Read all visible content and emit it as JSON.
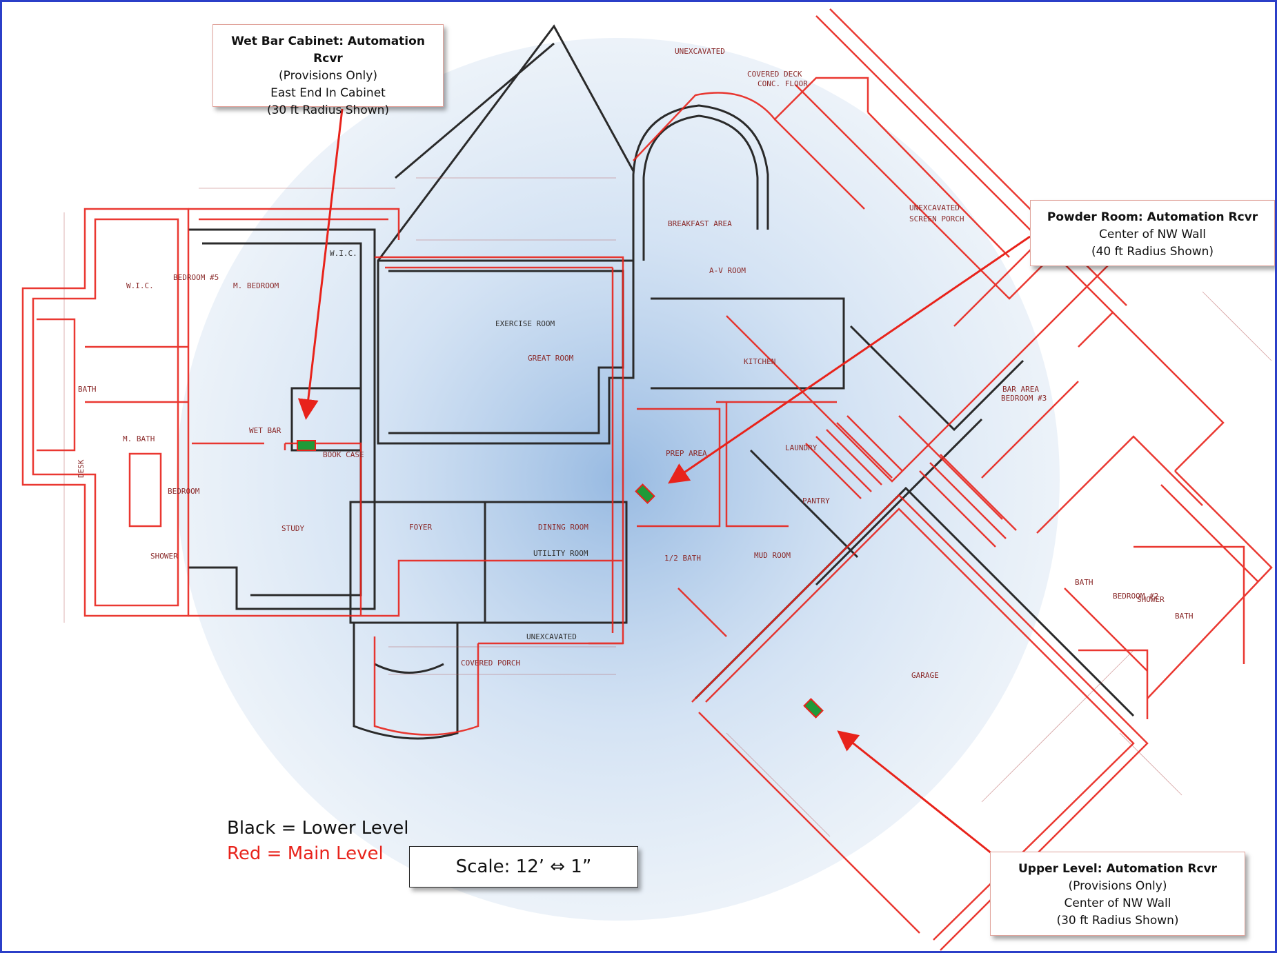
{
  "callouts": {
    "wet_bar": {
      "title": "Wet Bar Cabinet: Automation Rcvr",
      "lines": [
        "(Provisions Only)",
        "East End In Cabinet",
        "(30 ft Radius Shown)"
      ]
    },
    "powder_room": {
      "title": "Powder Room: Automation Rcvr",
      "lines": [
        "Center of NW Wall",
        "(40 ft Radius Shown)"
      ]
    },
    "upper_level": {
      "title": "Upper Level: Automation Rcvr",
      "lines": [
        "(Provisions Only)",
        "Center of NW Wall",
        "(30 ft Radius Shown)"
      ]
    }
  },
  "legend": {
    "black": "Black = Lower Level",
    "red": "Red = Main Level"
  },
  "scale_label": "Scale: 12’ ⇔ 1”",
  "room_labels": {
    "unexcavated_top": "UNEXCAVATED",
    "covered_deck": "COVERED DECK",
    "conc_floor": "CONC. FLOOR",
    "breakfast_area": "BREAKFAST AREA",
    "av_room": "A-V ROOM",
    "exercise_room": "EXERCISE ROOM",
    "great_room": "GREAT ROOM",
    "kitchen": "KITCHEN",
    "bar_area": "BAR AREA",
    "bedroom_3": "BEDROOM #3",
    "unexcavated_screen_porch": "UNEXCAVATED",
    "screen_porch": "SCREEN PORCH",
    "m_bedroom": "M. BEDROOM",
    "bedroom_5": "BEDROOM #5",
    "wic": "W.I.C.",
    "wic2": "W.I.C.",
    "bath": "BATH",
    "m_bath": "M. BATH",
    "bedroom": "BEDROOM",
    "wet_bar": "WET BAR",
    "book_case": "BOOK CASE",
    "study": "STUDY",
    "foyer": "FOYER",
    "dining_room": "DINING ROOM",
    "utility_room": "UTILITY ROOM",
    "prep_area": "PREP AREA",
    "laundry": "LAUNDRY",
    "mud_room": "MUD ROOM",
    "pantry": "PANTRY",
    "garage": "GARAGE",
    "unexcavated_bottom": "UNEXCAVATED",
    "covered_porch": "COVERED PORCH",
    "shower": "SHOWER",
    "shower2": "SHOWER",
    "bath2": "BATH",
    "bath3": "BATH",
    "bedroom_2": "BEDROOM #2",
    "bath_half": "1/2 BATH",
    "desk": "DESK"
  },
  "colors": {
    "frame": "#2b3fc8",
    "arrow": "#e8231b",
    "main_level": "#e8231b",
    "lower_level": "#111111",
    "receiver_fill": "#1f9a38",
    "coverage": "#6f9fd6"
  }
}
